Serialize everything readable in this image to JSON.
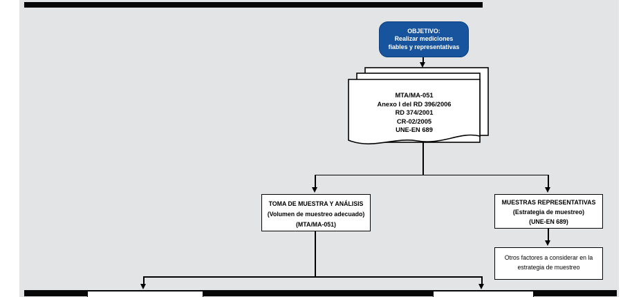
{
  "colors": {
    "background": "#e3e4e6",
    "node_fill": "#ffffff",
    "line": "#000000",
    "objective_fill": "#17549d",
    "objective_text": "#ffffff"
  },
  "objective": {
    "title": "OBJETIVO:",
    "line1": "Realizar mediciones",
    "line2": "fiables y representativas"
  },
  "documents": {
    "lines": [
      "MTA/MA-051",
      "Anexo I del RD 396/2006",
      "RD 374/2001",
      "CR-02/2005",
      "UNE-EN 689"
    ]
  },
  "branches": {
    "left": {
      "lines": [
        "TOMA DE MUESTRA Y ANÁLISIS",
        "(Volumen de muestreo adecuado)",
        "(MTA/MA-051)"
      ]
    },
    "right": {
      "lines": [
        "MUESTRAS REPRESENTATIVAS",
        "(Estrategia de muestreo)",
        "(UNE-EN 689)"
      ]
    },
    "right_child": {
      "text": "Otros factores a considerar en la estrategia de muestreo"
    }
  }
}
